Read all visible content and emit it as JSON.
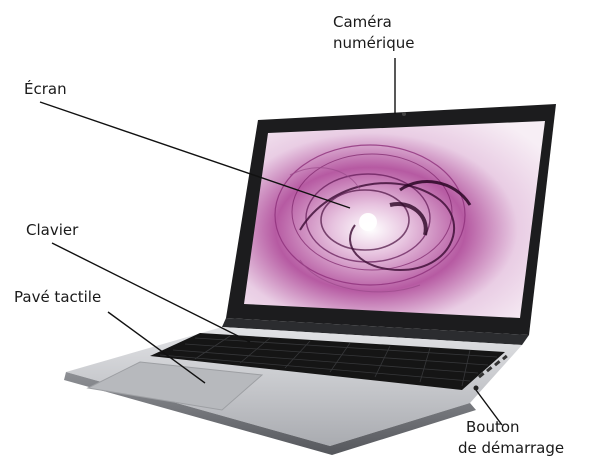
{
  "labels": {
    "camera": [
      "Caméra",
      "numérique"
    ],
    "screen": "Écran",
    "keyboard": "Clavier",
    "touchpad": "Pavé tactile",
    "power_button": [
      "Bouton",
      "de démarrage"
    ]
  },
  "colors": {
    "bezel": "#1c1c1e",
    "wallpaper_main": "#b04a9c",
    "wallpaper_light": "#f3e6f1",
    "chassis": "#c9cbcf",
    "keys": "#151515"
  }
}
